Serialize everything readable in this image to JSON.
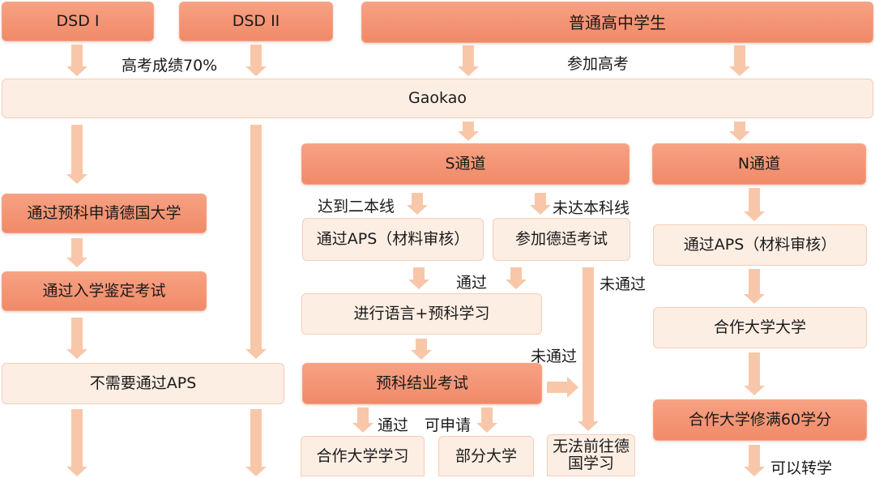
{
  "nodes": {
    "dsd1": "DSD I",
    "dsd2": "DSD II",
    "hs": "普通高中学生",
    "gaokao": "Gaokao",
    "s_channel": "S通道",
    "n_channel": "N通道",
    "prep_apply": "通过预科申请德国大学",
    "entrance_exam": "通过入学鉴定考试",
    "no_aps": "不需要通过APS",
    "s_aps": "通过APS（材料审核）",
    "testdaf": "参加德适考试",
    "lang_prep": "进行语言+预科学习",
    "prep_final": "预科结业考试",
    "coop_study": "合作大学学习",
    "some_univ": "部分大学",
    "cannot_go": "无法前往德国学习",
    "n_aps": "通过APS（材料审核）",
    "coop_univ": "合作大学大学",
    "credits60": "合作大学修满60学分"
  },
  "labels": {
    "gaokao70": "高考成绩70%",
    "take_gaokao": "参加高考",
    "reach_line": "达到二本线",
    "not_reach_line": "未达本科线",
    "pass1": "通过",
    "fail1": "未通过",
    "fail2": "未通过",
    "pass2": "通过",
    "can_apply": "可申请",
    "can_transfer": "可以转学"
  },
  "colors": {
    "dark_box": "#f08a68",
    "light_box": "#fdeee4",
    "arrow": "#f8c7a9"
  }
}
